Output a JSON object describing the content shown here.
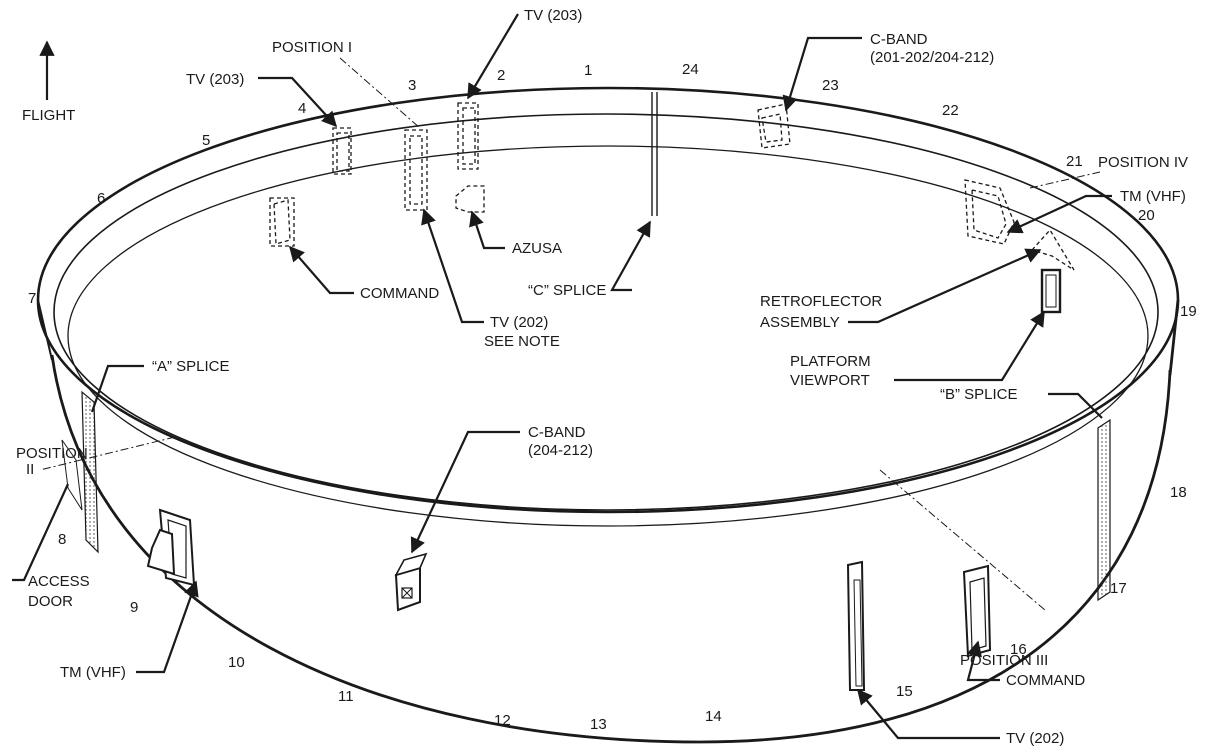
{
  "flight_label": "FLIGHT",
  "positions": {
    "p1": "POSITION I",
    "p2_a": "POSITION",
    "p2_b": "II",
    "p3": "POSITION III",
    "p4": "POSITION IV"
  },
  "callouts": {
    "tv203_top": "TV (203)",
    "tv203_left": "TV (203)",
    "cband_top_a": "C-BAND",
    "cband_top_b": "(201-202/204-212)",
    "tm_vhf_right": "TM (VHF)",
    "azusa": "AZUSA",
    "c_splice": "“C” SPLICE",
    "command_upper": "COMMAND",
    "tv202_upper_a": "TV (202)",
    "tv202_upper_b": "SEE NOTE",
    "retro_a": "RETROFLECTOR",
    "retro_b": "ASSEMBLY",
    "platform_a": "PLATFORM",
    "platform_b": "VIEWPORT",
    "a_splice": "“A” SPLICE",
    "b_splice": "“B” SPLICE",
    "cband_mid_a": "C-BAND",
    "cband_mid_b": "(204-212)",
    "access_a": "ACCESS",
    "access_b": "DOOR",
    "tm_vhf_left": "TM (VHF)",
    "command_lower": "COMMAND",
    "tv202_lower": "TV (202)"
  },
  "station_numbers": [
    "1",
    "2",
    "3",
    "4",
    "5",
    "6",
    "7",
    "8",
    "9",
    "10",
    "11",
    "12",
    "13",
    "14",
    "15",
    "16",
    "17",
    "18",
    "19",
    "20",
    "21",
    "22",
    "23",
    "24"
  ]
}
